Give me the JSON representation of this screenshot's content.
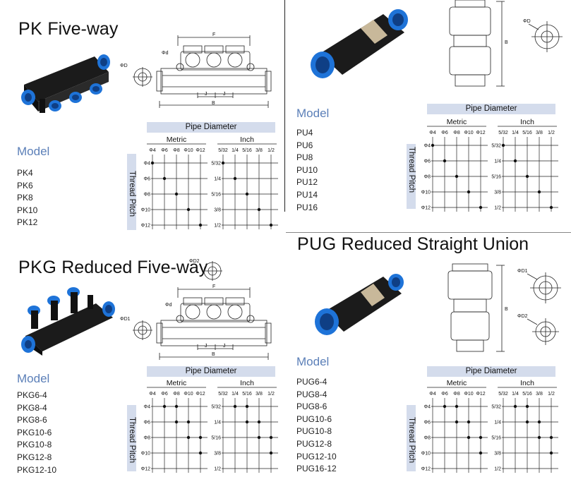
{
  "sections": {
    "pk": {
      "code": "PK",
      "name": "Five-way",
      "model_label": "Model",
      "models": [
        "PK4",
        "PK6",
        "PK8",
        "PK10",
        "PK12"
      ],
      "drawing_labels": {
        "F": "F",
        "B": "B",
        "J1": "J",
        "J2": "J",
        "d": "Φd",
        "D": "ΦD"
      },
      "table": {
        "header": "Pipe Diameter",
        "thread": "Thread Pitch",
        "metric": "Metric",
        "inch": "Inch",
        "metric_cols": [
          "Φ4",
          "Φ6",
          "Φ8",
          "Φ10",
          "Φ12"
        ],
        "inch_cols": [
          "5/32",
          "1/4",
          "5/16",
          "3/8",
          "1/2"
        ],
        "metric_rows": [
          "Φ4",
          "Φ6",
          "Φ8",
          "Φ10",
          "Φ12"
        ],
        "inch_rows": [
          "5/32",
          "1/4",
          "5/16",
          "3/8",
          "1/2"
        ],
        "dots": [
          [
            0,
            0
          ],
          [
            1,
            1
          ],
          [
            2,
            2
          ],
          [
            3,
            3
          ],
          [
            4,
            4
          ]
        ]
      }
    },
    "pu": {
      "models_label": "Model",
      "models": [
        "PU4",
        "PU6",
        "PU8",
        "PU10",
        "PU12",
        "PU14",
        "PU16"
      ],
      "drawing_labels": {
        "D": "ΦD",
        "B": "B"
      },
      "table": {
        "header": "Pipe Diameter",
        "thread": "Thread Pitch",
        "metric": "Metric",
        "inch": "Inch",
        "metric_cols": [
          "Φ4",
          "Φ6",
          "Φ8",
          "Φ10",
          "Φ12"
        ],
        "inch_cols": [
          "5/32",
          "1/4",
          "5/16",
          "3/8",
          "1/2"
        ],
        "metric_rows": [
          "Φ4",
          "Φ6",
          "Φ8",
          "Φ10",
          "Φ12"
        ],
        "inch_rows": [
          "5/32",
          "1/4",
          "5/16",
          "3/8",
          "1/2"
        ],
        "dots": [
          [
            0,
            0
          ],
          [
            1,
            1
          ],
          [
            2,
            2
          ],
          [
            3,
            3
          ],
          [
            4,
            4
          ]
        ]
      }
    },
    "pkg": {
      "code": "PKG",
      "name": "Reduced Five-way",
      "model_label": "Model",
      "models": [
        "PKG6-4",
        "PKG8-4",
        "PKG8-6",
        "PKG10-6",
        "PKG10-8",
        "PKG12-8",
        "PKG12-10"
      ],
      "drawing_labels": {
        "F": "F",
        "B": "B",
        "J1": "J",
        "J2": "J",
        "d": "Φd",
        "D1": "ΦD1",
        "D2": "ΦD2"
      },
      "table": {
        "header": "Pipe Diameter",
        "thread": "Thread Pitch",
        "metric": "Metric",
        "inch": "Inch",
        "metric_cols": [
          "Φ4",
          "Φ6",
          "Φ8",
          "Φ10",
          "Φ12"
        ],
        "inch_cols": [
          "5/32",
          "1/4",
          "5/16",
          "3/8",
          "1/2"
        ],
        "metric_rows": [
          "Φ4",
          "Φ6",
          "Φ8",
          "Φ10",
          "Φ12"
        ],
        "inch_rows": [
          "5/32",
          "1/4",
          "5/16",
          "3/8",
          "1/2"
        ],
        "dots": [
          [
            1,
            0
          ],
          [
            2,
            0
          ],
          [
            2,
            1
          ],
          [
            3,
            1
          ],
          [
            3,
            2
          ],
          [
            4,
            2
          ],
          [
            4,
            3
          ]
        ]
      }
    },
    "pug": {
      "code": "PUG",
      "name": "Reduced Straight Union",
      "model_label": "Model",
      "models": [
        "PUG6-4",
        "PUG8-4",
        "PUG8-6",
        "PUG10-6",
        "PUG10-8",
        "PUG12-8",
        "PUG12-10",
        "PUG16-12"
      ],
      "drawing_labels": {
        "D1": "ΦD1",
        "D2": "ΦD2",
        "B": "B"
      },
      "table": {
        "header": "Pipe Diameter",
        "thread": "Thread Pitch",
        "metric": "Metric",
        "inch": "Inch",
        "metric_cols": [
          "Φ4",
          "Φ6",
          "Φ8",
          "Φ10",
          "Φ12"
        ],
        "inch_cols": [
          "5/32",
          "1/4",
          "5/16",
          "3/8",
          "1/2"
        ],
        "metric_rows": [
          "Φ4",
          "Φ6",
          "Φ8",
          "Φ10",
          "Φ12"
        ],
        "inch_rows": [
          "5/32",
          "1/4",
          "5/16",
          "3/8",
          "1/2"
        ],
        "dots": [
          [
            1,
            0
          ],
          [
            2,
            0
          ],
          [
            2,
            1
          ],
          [
            3,
            1
          ],
          [
            3,
            2
          ],
          [
            4,
            2
          ],
          [
            4,
            3
          ]
        ]
      }
    }
  },
  "colors": {
    "accent_blue": "#5b7fb8",
    "header_fill": "#d4dcec",
    "fitting_body": "#1a1a1a",
    "fitting_ring": "#1e73d8"
  }
}
